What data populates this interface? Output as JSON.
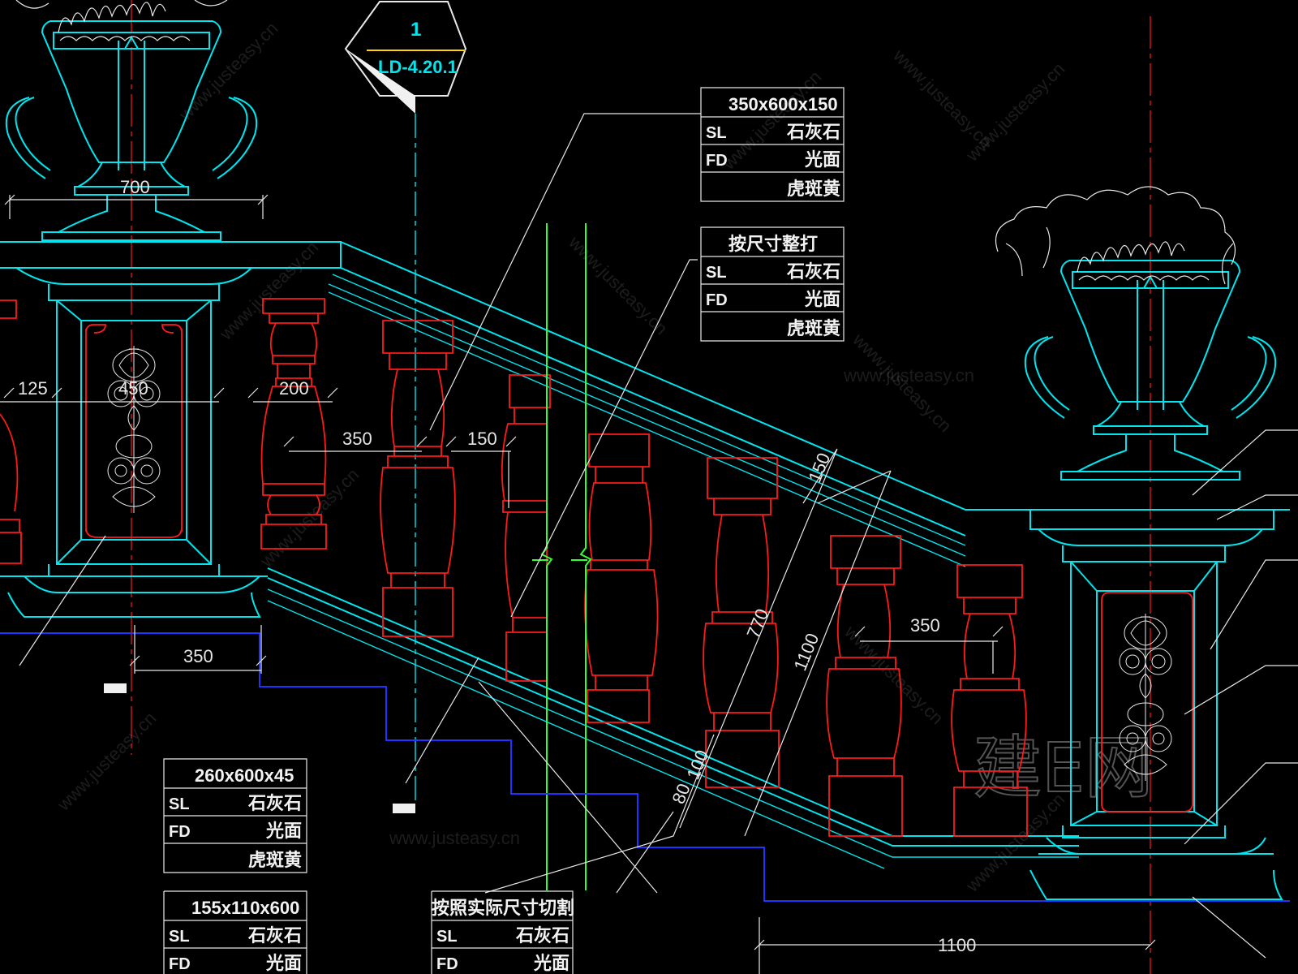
{
  "callout": {
    "number": "1",
    "sheet": "LD-4.20.1"
  },
  "dimensions": {
    "urn_width": "700",
    "post_width": "450",
    "rail_offset": "125",
    "baluster_width": "200",
    "baluster_spacing_a": "350",
    "baluster_gap": "150",
    "base_step": "350",
    "rail_thickness": "150",
    "baluster_height": "770",
    "railing_height": "1100",
    "bottom_rail": "100",
    "plinth": "80",
    "baluster_spacing_b": "350",
    "landing_length": "1100"
  },
  "spec_tables": [
    {
      "header": "350x600x150",
      "rows": [
        [
          "SL",
          "石灰石"
        ],
        [
          "FD",
          "光面"
        ],
        [
          "",
          "虎斑黄"
        ]
      ]
    },
    {
      "header": "按尺寸整打",
      "rows": [
        [
          "SL",
          "石灰石"
        ],
        [
          "FD",
          "光面"
        ],
        [
          "",
          "虎斑黄"
        ]
      ]
    },
    {
      "header": "260x600x45",
      "rows": [
        [
          "SL",
          "石灰石"
        ],
        [
          "FD",
          "光面"
        ],
        [
          "",
          "虎斑黄"
        ]
      ]
    },
    {
      "header": "155x110x600",
      "rows": [
        [
          "SL",
          "石灰石"
        ],
        [
          "FD",
          "光面"
        ]
      ]
    },
    {
      "header": "按照实际尺寸切割",
      "rows": [
        [
          "SL",
          "石灰石"
        ],
        [
          "FD",
          "光面"
        ]
      ]
    }
  ],
  "watermark": {
    "site": "www.justeasy.cn",
    "brand": "建E网"
  },
  "colors": {
    "background": "#000000",
    "outline": "#00e5ee",
    "baluster": "#ff1a1a",
    "steps": "#2233ff",
    "break_line": "#33ff33",
    "text": "#e6e6e6"
  }
}
